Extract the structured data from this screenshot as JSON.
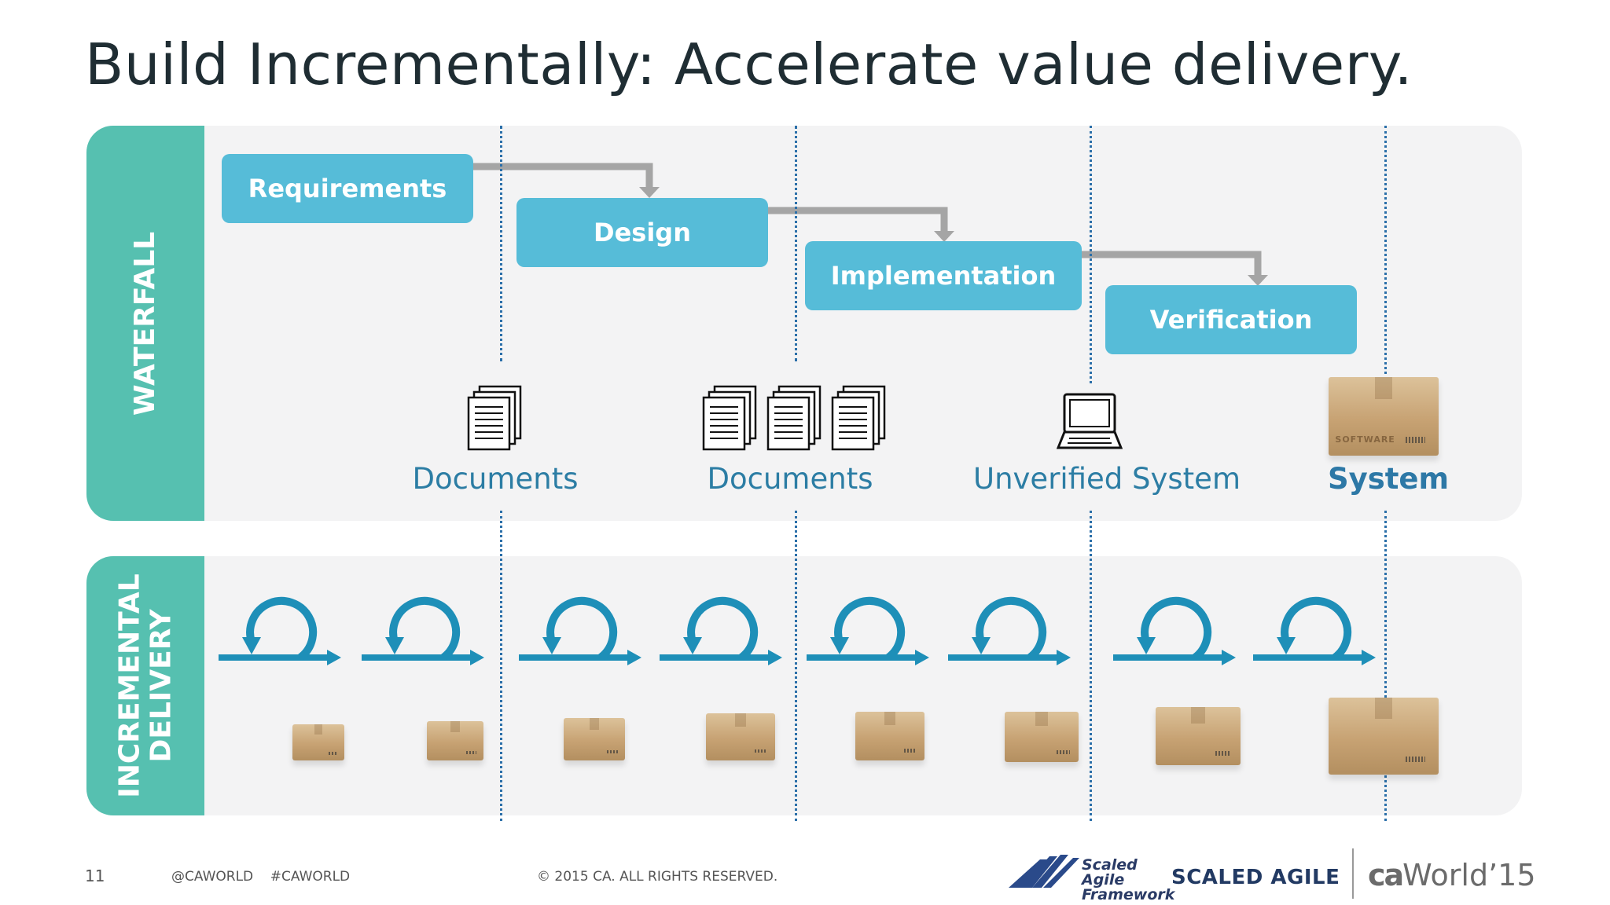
{
  "title": "Build Incrementally: Accelerate value delivery.",
  "waterfall": {
    "label": "WATERFALL",
    "phases": [
      "Requirements",
      "Design",
      "Implementation",
      "Verification"
    ],
    "artifacts": [
      "Documents",
      "Documents",
      "Unverified System",
      "System"
    ]
  },
  "incremental": {
    "label_line1": "INCREMENTAL",
    "label_line2": "DELIVERY"
  },
  "box_text": "SOFTWARE",
  "footer": {
    "page_number": "11",
    "social": "@CAWORLD    #CAWORLD",
    "copyright": "© 2015 CA. ALL RIGHTS RESERVED.",
    "saf_line1": "Scaled Agile",
    "saf_line2": "Framework",
    "scaled_agile": "SCALED AGILE",
    "caworld_ca": "ca",
    "caworld_world": "World",
    "caworld_year": "’15"
  },
  "colors": {
    "teal": "#56c0b0",
    "phase_blue": "#56bcd8",
    "cycle_blue": "#1e8fb8",
    "dotted_line": "#2b6fa9",
    "label_blue": "#2c7da4"
  }
}
